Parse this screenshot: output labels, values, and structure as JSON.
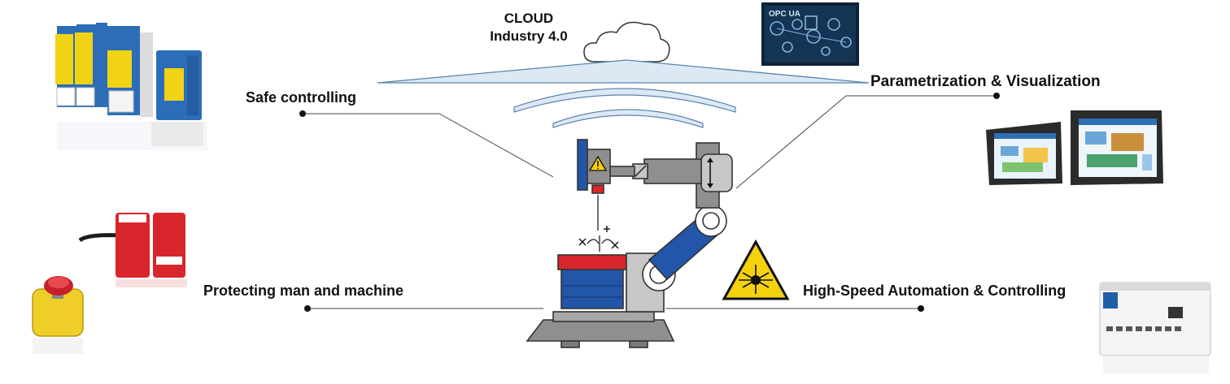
{
  "cloud": {
    "line1": "CLOUD",
    "line2": "Industry 4.0"
  },
  "opc_panel": {
    "text": "OPC UA"
  },
  "labels": {
    "safe_controlling": "Safe controlling",
    "parametrization": "Parametrization & Visualization",
    "protecting": "Protecting man and machine",
    "high_speed": "High-Speed Automation & Controlling"
  },
  "icons": [
    "cloud-icon",
    "wireless-signal-icon",
    "laser-warning-icon",
    "warning-triangle-icon",
    "robot-arm-icon"
  ],
  "colors": {
    "robot_blue": "#2356a8",
    "robot_gray": "#8f8f8f",
    "accent_red": "#d8262c",
    "warning_yellow": "#f4d20c",
    "relay_yellow": "#f0d315",
    "relay_blue": "#2c6db8"
  }
}
